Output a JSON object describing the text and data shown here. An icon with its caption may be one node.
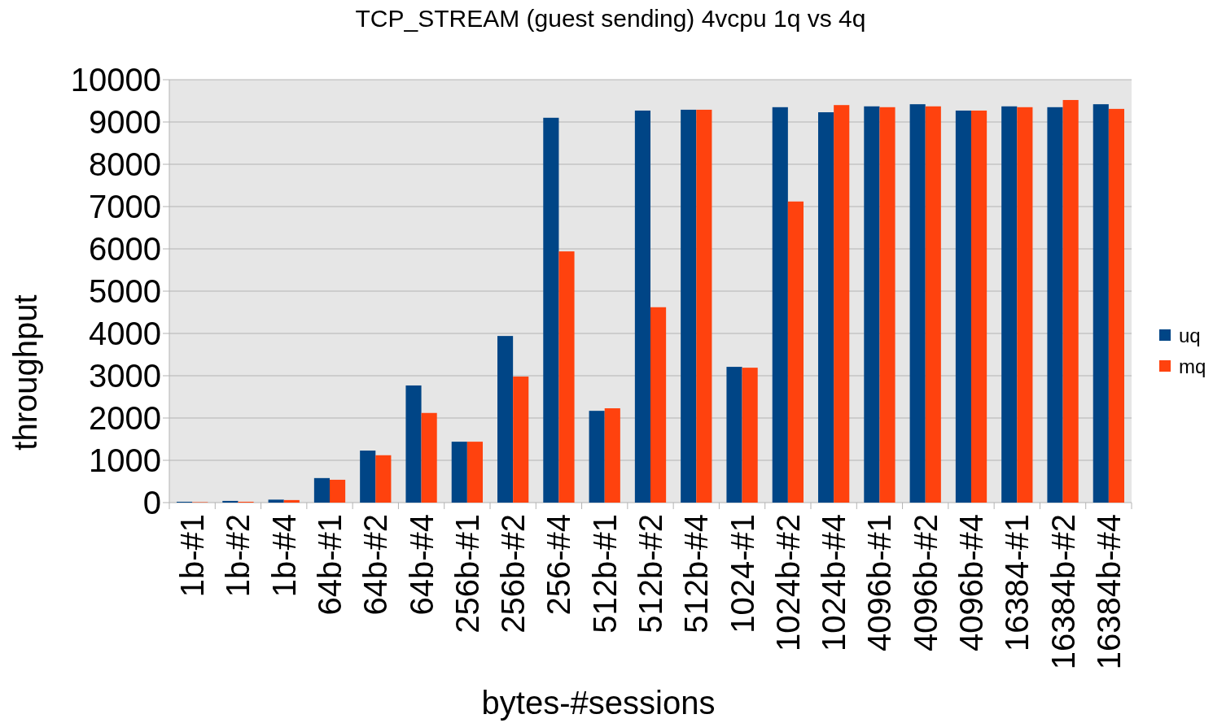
{
  "diagram": {
    "chart_data": {
      "type": "bar",
      "title": "TCP_STREAM (guest sending) 4vcpu 1q vs 4q",
      "xlabel": "bytes-#sessions",
      "ylabel": "throughput",
      "categories": [
        "1b-#1",
        "1b-#2",
        "1b-#4",
        "64b-#1",
        "64b-#2",
        "64b-#4",
        "256b-#1",
        "256b-#2",
        "256-#4",
        "512b-#1",
        "512b-#2",
        "512b-#4",
        "1024-#1",
        "1024b-#2",
        "1024b-#4",
        "4096b-#1",
        "4096b-#2",
        "4096b-#4",
        "16384-#1",
        "16384b-#2",
        "16384b-#4"
      ],
      "series": [
        {
          "name": "uq",
          "color": "#004586",
          "values": [
            20,
            40,
            70,
            580,
            1230,
            2770,
            1440,
            3940,
            9100,
            2170,
            9270,
            9290,
            3210,
            9350,
            9230,
            9370,
            9420,
            9270,
            9370,
            9350,
            9420
          ]
        },
        {
          "name": "mq",
          "color": "#ff420e",
          "values": [
            10,
            20,
            60,
            540,
            1120,
            2120,
            1440,
            2980,
            5940,
            2230,
            4620,
            9290,
            3190,
            7120,
            9400,
            9350,
            9370,
            9270,
            9350,
            9520,
            9310
          ]
        }
      ],
      "ylim": [
        0,
        10000
      ],
      "yticks": [
        0,
        1000,
        2000,
        3000,
        4000,
        5000,
        6000,
        7000,
        8000,
        9000,
        10000
      ],
      "orientation": "vertical",
      "stacked": false,
      "grid": true,
      "legend": true
    }
  }
}
